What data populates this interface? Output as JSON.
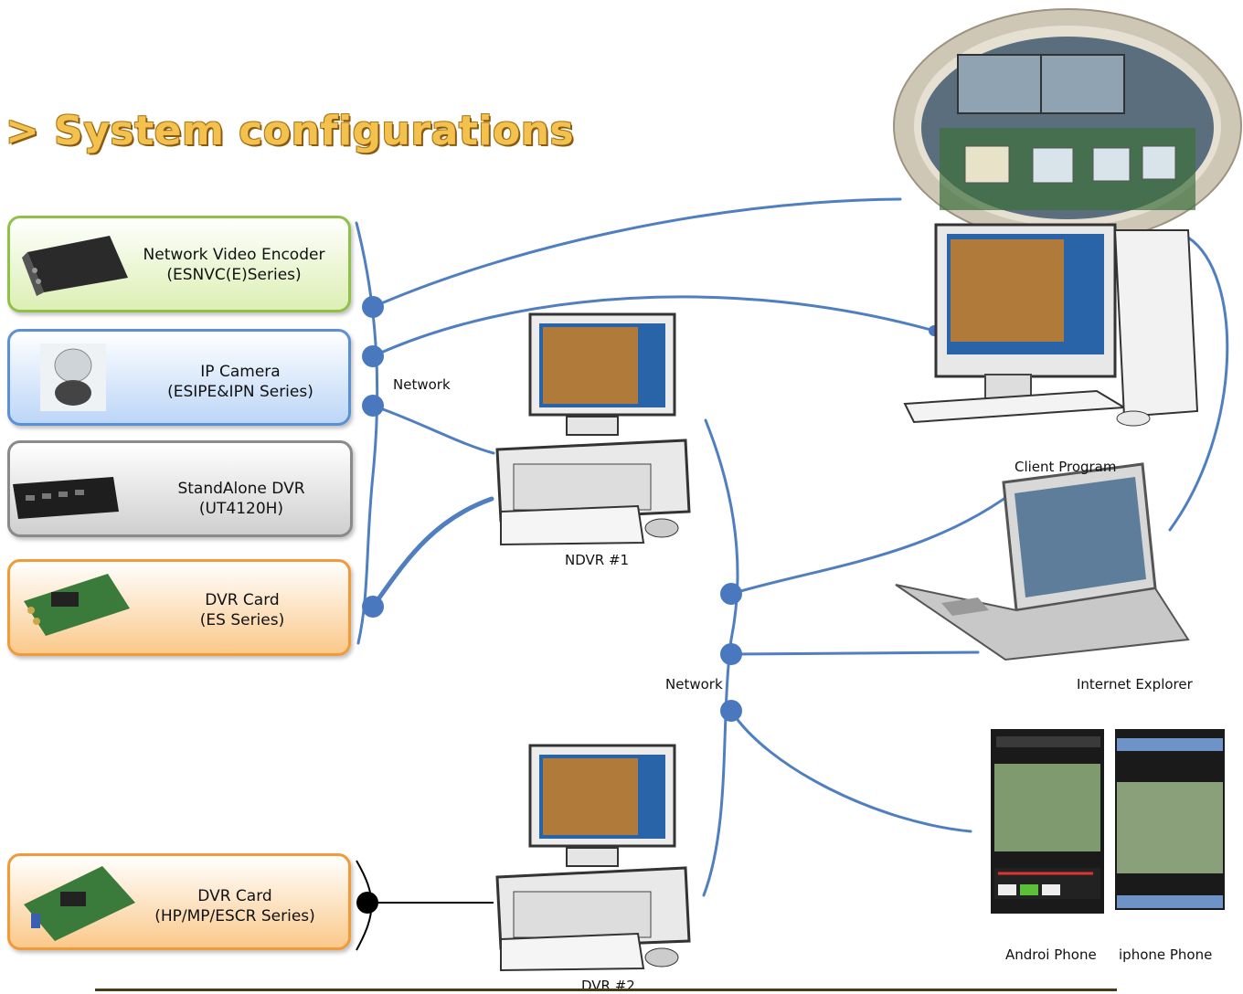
{
  "title": "> System configurations",
  "devices": [
    {
      "name": "Network Video Encoder",
      "series": "(ESNVC(E)Series)"
    },
    {
      "name": "IP Camera",
      "series": "(ESIPE&IPN Series)"
    },
    {
      "name": "StandAlone DVR",
      "series": "(UT4120H)"
    },
    {
      "name": "DVR Card",
      "series": "(ES Series)"
    },
    {
      "name": "DVR Card",
      "series": "(HP/MP/ESCR Series)"
    }
  ],
  "labels": {
    "network_top": "Network",
    "network_mid": "Network",
    "ndvr1": "NDVR #1",
    "dvr2": "DVR #2",
    "client_program": "Client Program",
    "internet_explorer": "Internet Explorer",
    "android_phone": "Androi Phone",
    "iphone_phone": "iphone Phone"
  },
  "colors": {
    "line": "#4f7fc0",
    "node": "#4a78bf",
    "black_node": "#000000"
  }
}
